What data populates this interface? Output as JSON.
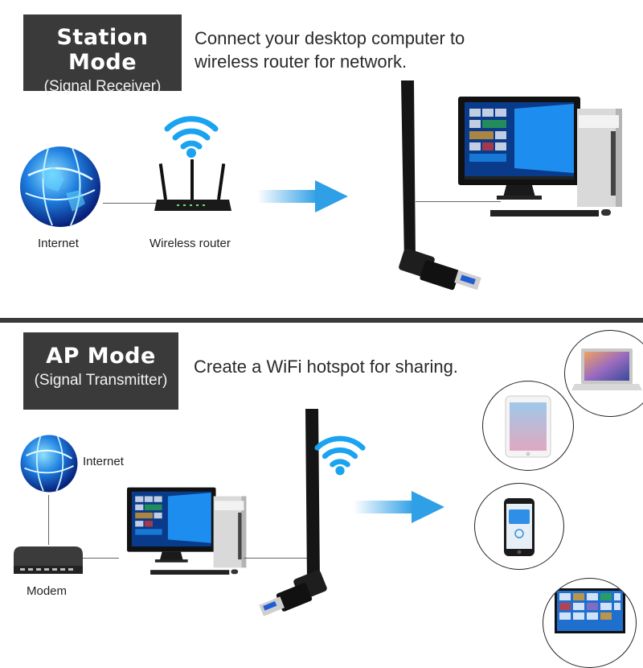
{
  "station": {
    "title": "Station Mode",
    "subtitle": "(Signal Receiver)",
    "description": "Connect your desktop computer to\nwireless router for network.",
    "labels": {
      "internet": "Internet",
      "router": "Wireless router"
    }
  },
  "ap": {
    "title": "AP Mode",
    "subtitle": "(Signal Transmitter)",
    "description": "Create a WiFi hotspot for sharing.",
    "labels": {
      "internet": "Internet",
      "modem": "Modem"
    },
    "devices": [
      "laptop",
      "tablet",
      "smartphone",
      "smart-tv"
    ]
  },
  "colors": {
    "mode_box": "#3a3a3a",
    "arrow": "#2f9fe6",
    "wifi": "#1aa3f0"
  }
}
